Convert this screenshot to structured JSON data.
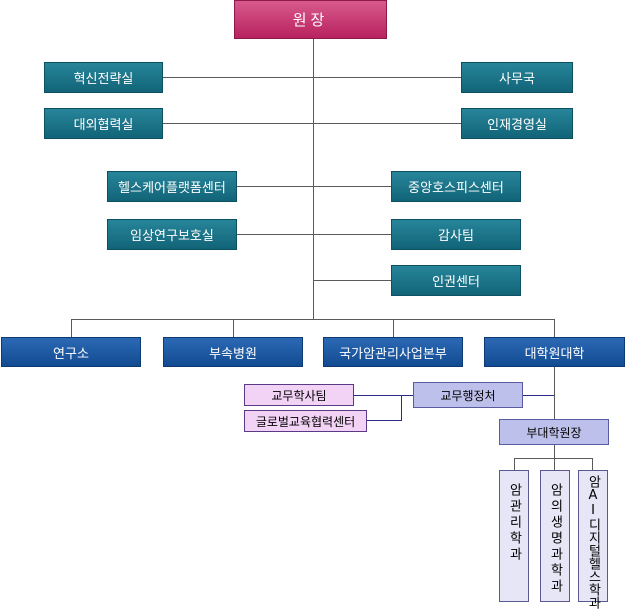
{
  "director": "원장",
  "staff_left": [
    "혁신전략실",
    "대외협력실",
    "헬스케어플랫폼센터",
    "임상연구보호실"
  ],
  "staff_right": [
    "사무국",
    "인재경영실",
    "중앙호스피스센터",
    "감사팀",
    "인권센터"
  ],
  "divisions": [
    "연구소",
    "부속병원",
    "국가암관리사업본부",
    "대학원대학"
  ],
  "academic_affairs": "교무행정처",
  "academic_sub": [
    "교무학사팀",
    "글로벌교육협력센터"
  ],
  "vice_president": "부대학원장",
  "departments": [
    "암관리학과",
    "암의생명과학과",
    "암AI디지털헬스학과"
  ],
  "colors": {
    "director": "#b8225f",
    "staff": "#126478",
    "division": "#124b91",
    "lavender": "#bcc0ea",
    "pink": "#f2d2f5"
  }
}
